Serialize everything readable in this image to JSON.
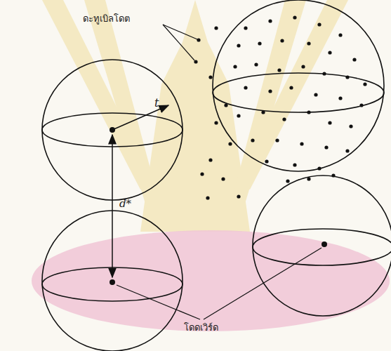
{
  "diagram": {
    "labels": [
      "ดะทูเบิลโดต",
      "t",
      "d*",
      "โดดเวิร์ด"
    ]
  }
}
